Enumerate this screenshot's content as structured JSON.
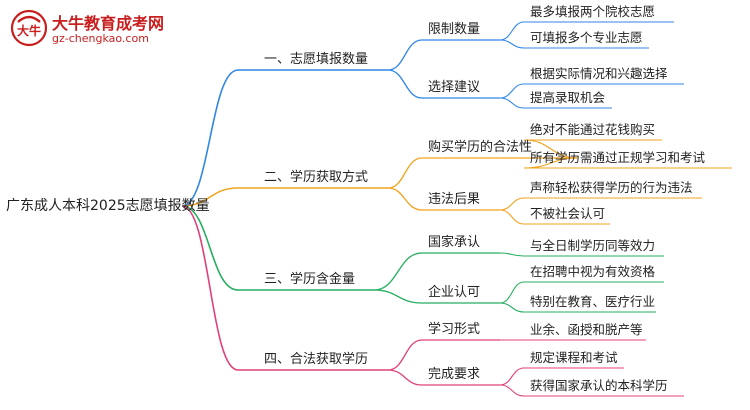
{
  "logo": {
    "title": "大牛教育成考网",
    "url": "gz-chengkao.com",
    "mark_text": "大牛"
  },
  "mindmap": {
    "root": "广东成人本科2025志愿填报数量",
    "branches": [
      {
        "label": "一、志愿填报数量",
        "color": "#2f86e6",
        "children": [
          {
            "label": "限制数量",
            "leaves": [
              "最多填报两个院校志愿",
              "可填报多个专业志愿"
            ]
          },
          {
            "label": "选择建议",
            "leaves": [
              "根据实际情况和兴趣选择",
              "提高录取机会"
            ]
          }
        ]
      },
      {
        "label": "二、学历获取方式",
        "color": "#f0a31c",
        "children": [
          {
            "label": "购买学历的合法性",
            "leaves": [
              "绝对不能通过花钱购买",
              "所有学历需通过正规学习和考试"
            ]
          },
          {
            "label": "违法后果",
            "leaves": [
              "声称轻松获得学历的行为违法",
              "不被社会认可"
            ]
          }
        ]
      },
      {
        "label": "三、学历含金量",
        "color": "#27ae60",
        "children": [
          {
            "label": "国家承认",
            "leaves": [
              "与全日制学历同等效力"
            ]
          },
          {
            "label": "企业认可",
            "leaves": [
              "在招聘中视为有效资格",
              "特别在教育、医疗行业"
            ]
          }
        ]
      },
      {
        "label": "四、合法获取学历",
        "color": "#e0407a",
        "children": [
          {
            "label": "学习形式",
            "leaves": [
              "业余、函授和脱产等"
            ]
          },
          {
            "label": "完成要求",
            "leaves": [
              "规定课程和考试",
              "获得国家承认的本科学历"
            ]
          }
        ]
      }
    ]
  }
}
